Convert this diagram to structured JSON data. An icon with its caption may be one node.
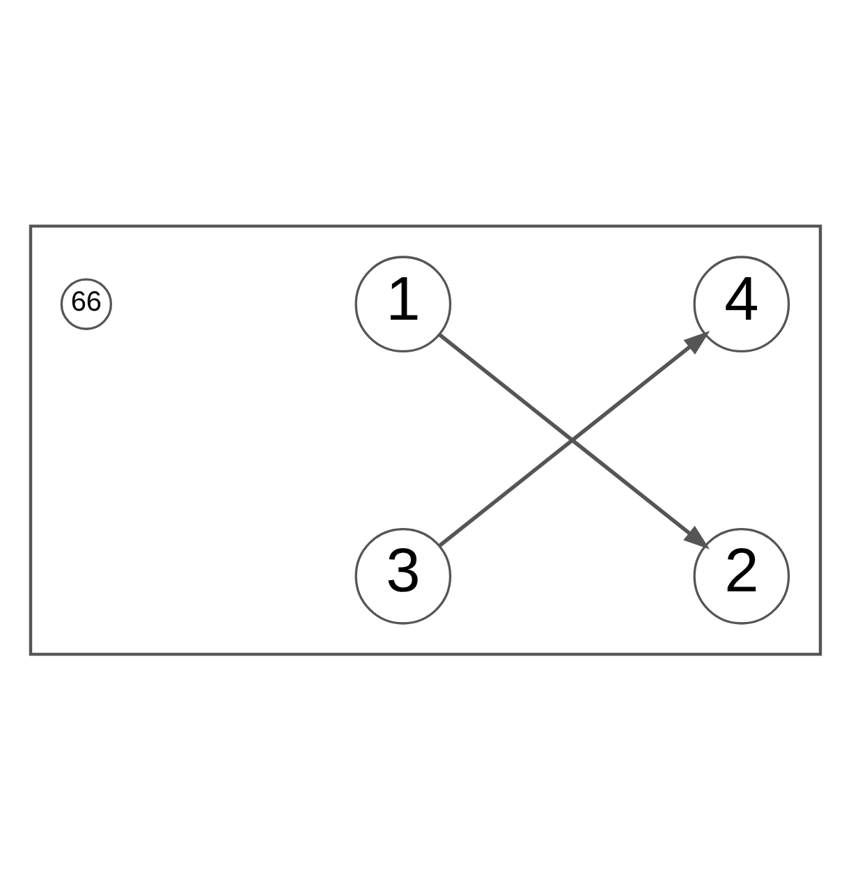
{
  "diagram": {
    "nodes": [
      {
        "text": [],
        "shape": "box"
      },
      {
        "text": [
          "66"
        ],
        "in": 0
      },
      {
        "text": [
          "1"
        ],
        "in": 0
      },
      {
        "text": [
          "4"
        ],
        "in": 0
      },
      {
        "text": [
          "3"
        ],
        "in": 0
      },
      {
        "text": [
          "2"
        ],
        "in": 0
      }
    ],
    "edges": [
      {
        "from": 2,
        "to": 5,
        "arrow": "to"
      },
      {
        "from": 4,
        "to": 3,
        "arrow": "to"
      }
    ]
  }
}
